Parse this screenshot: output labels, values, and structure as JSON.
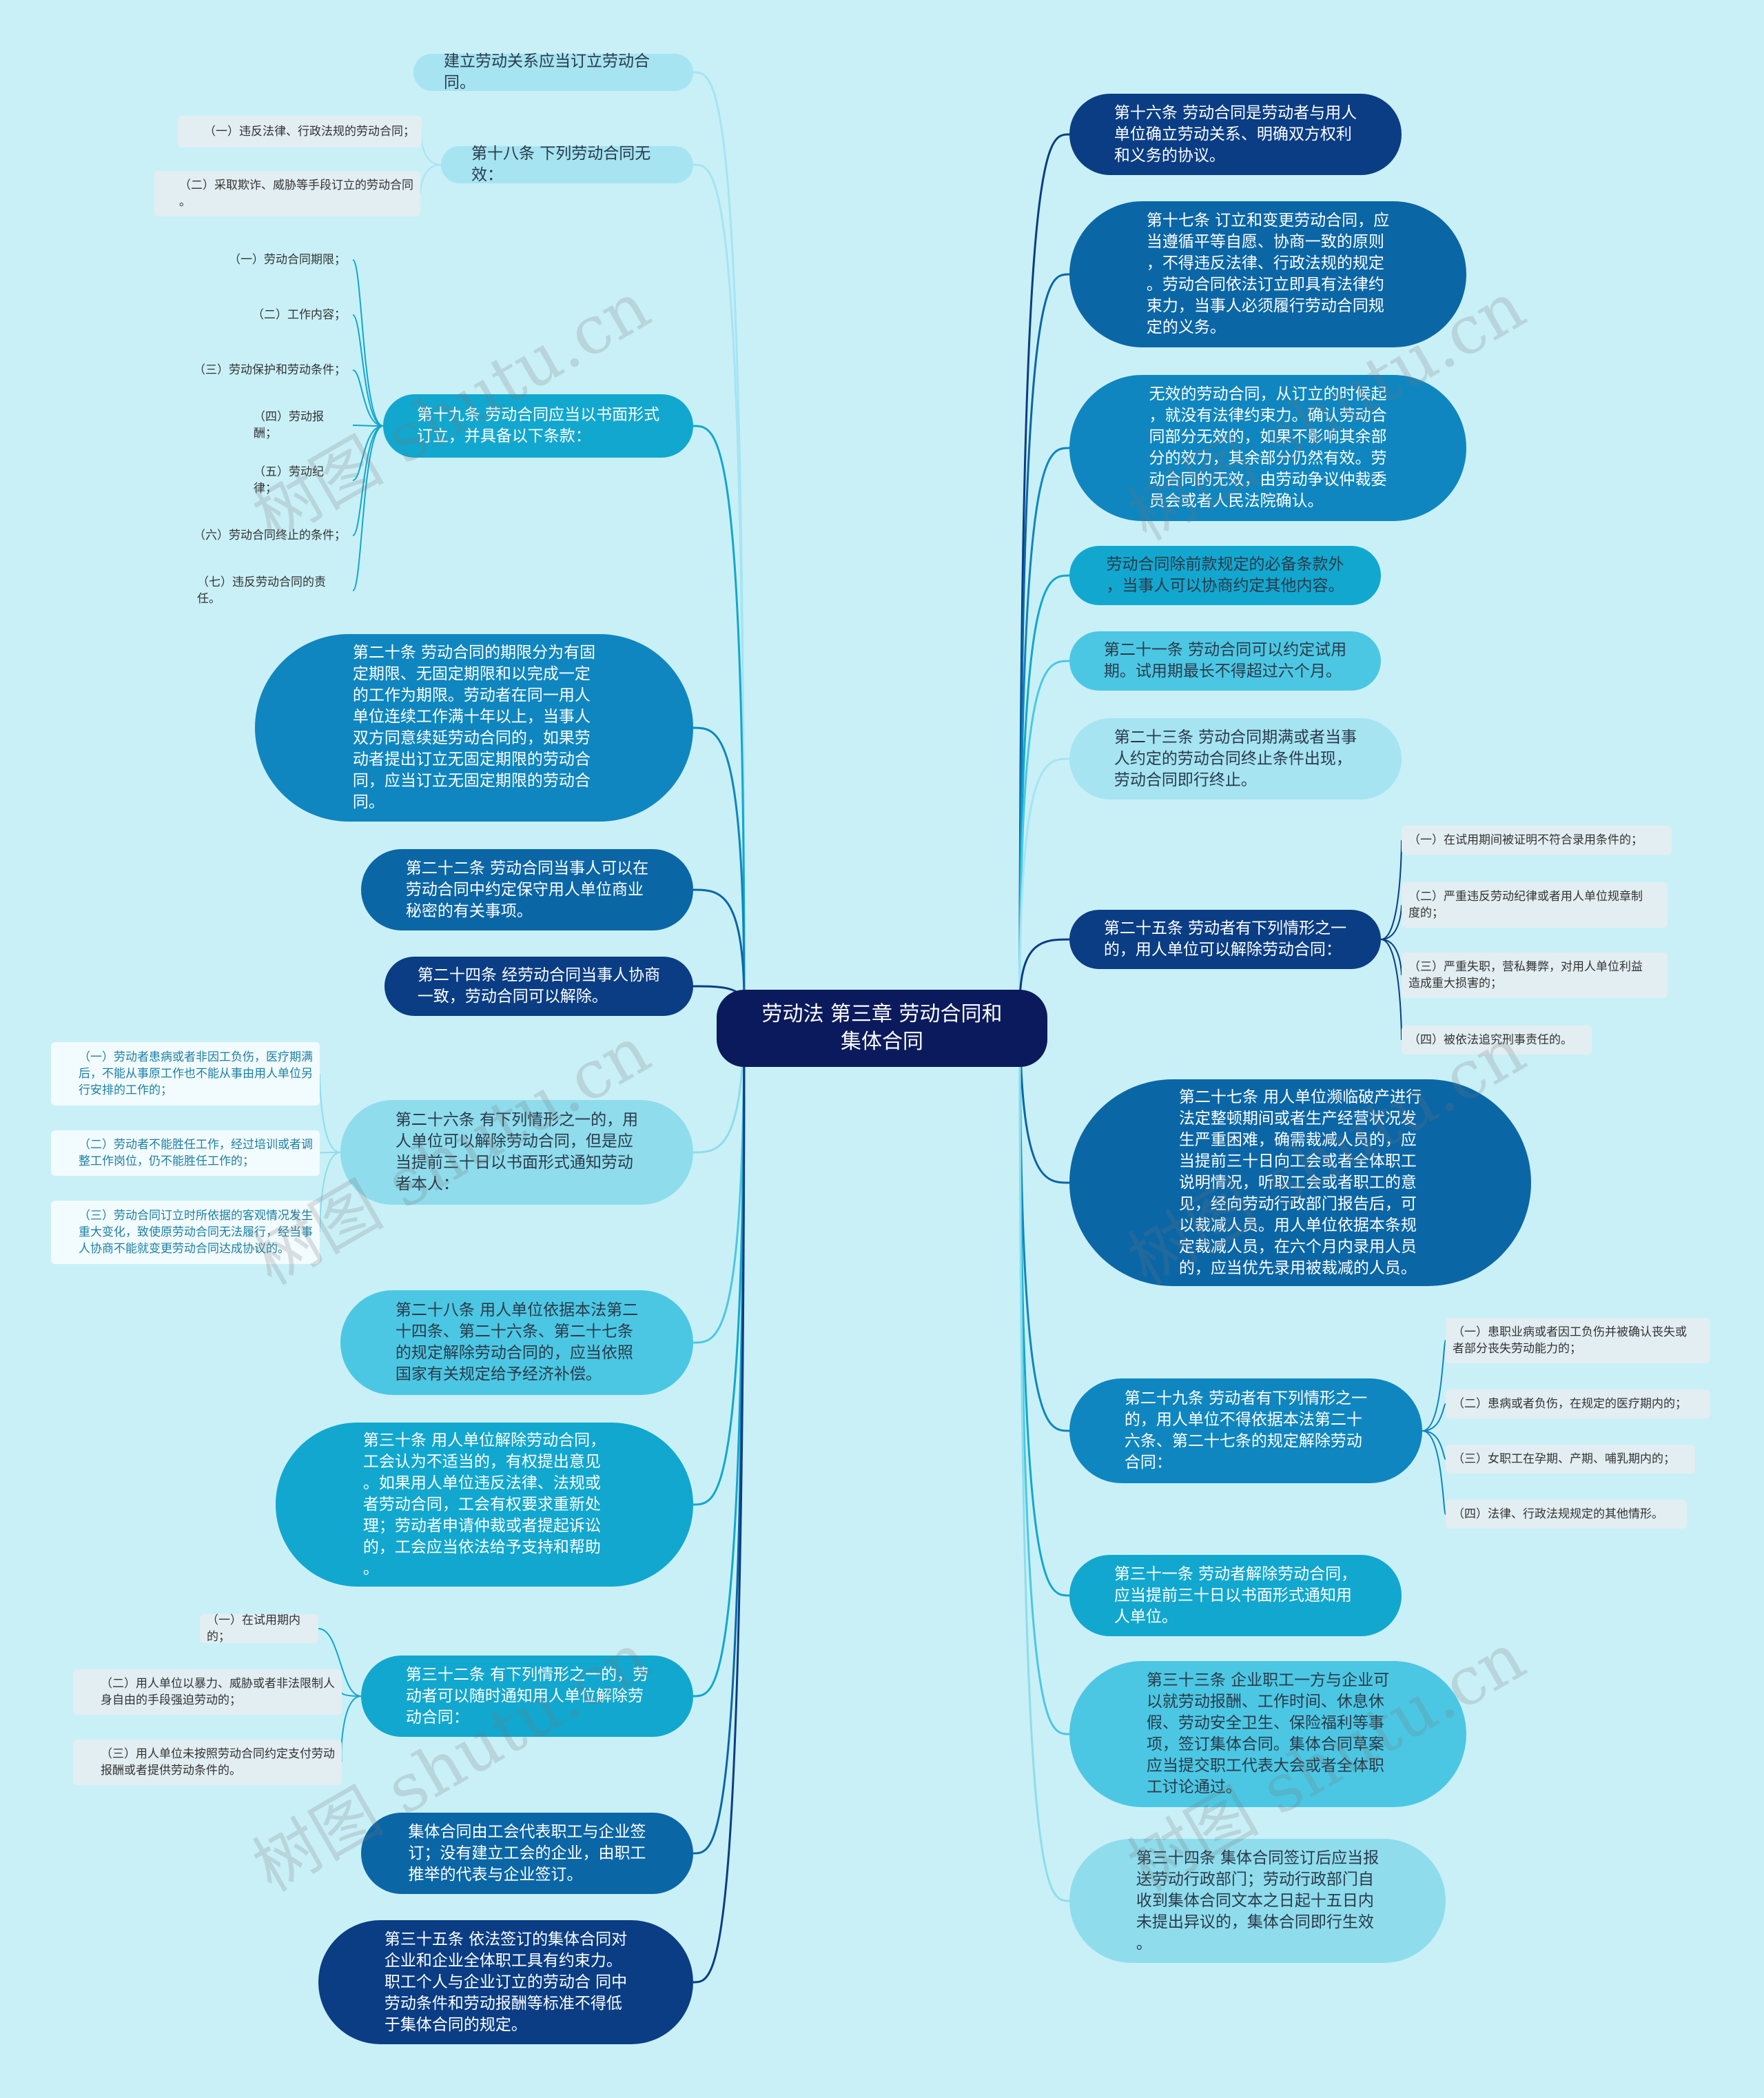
{
  "root": "劳动法 第三章 劳动合同和\n集体合同",
  "left": [
    {
      "id": "l1",
      "text": "建立劳动关系应当订立劳动合同。"
    },
    {
      "id": "l2",
      "text": "第十八条 下列劳动合同无效：",
      "children": [
        "（一）违反法律、行政法规的劳动合同；",
        "（二）采取欺诈、威胁等手段订立的劳动合同\n。"
      ]
    },
    {
      "id": "l3",
      "text": "第十九条 劳动合同应当以书面形式\n订立，并具备以下条款：",
      "children": [
        "（一）劳动合同期限；",
        "（二）工作内容；",
        "（三）劳动保护和劳动条件；",
        "（四）劳动报酬；",
        "（五）劳动纪律；",
        "（六）劳动合同终止的条件；",
        "（七）违反劳动合同的责任。"
      ]
    },
    {
      "id": "l4",
      "text": "第二十条 劳动合同的期限分为有固\n定期限、无固定期限和以完成一定\n的工作为期限。劳动者在同一用人\n单位连续工作满十年以上，当事人\n双方同意续延劳动合同的，如果劳\n动者提出订立无固定期限的劳动合\n同，应当订立无固定期限的劳动合\n同。"
    },
    {
      "id": "l5",
      "text": "第二十二条 劳动合同当事人可以在\n劳动合同中约定保守用人单位商业\n秘密的有关事项。"
    },
    {
      "id": "l6",
      "text": "第二十四条 经劳动合同当事人协商\n一致，劳动合同可以解除。"
    },
    {
      "id": "l7",
      "text": "第二十六条 有下列情形之一的，用\n人单位可以解除劳动合同，但是应\n当提前三十日以书面形式通知劳动\n者本人：",
      "children": [
        "（一）劳动者患病或者非因工负伤，医疗期满\n后，不能从事原工作也不能从事由用人单位另\n行安排的工作的；",
        "（二）劳动者不能胜任工作，经过培训或者调\n整工作岗位，仍不能胜任工作的；",
        "（三）劳动合同订立时所依据的客观情况发生\n重大变化，致使原劳动合同无法履行，经当事\n人协商不能就变更劳动合同达成协议的。"
      ]
    },
    {
      "id": "l8",
      "text": "第二十八条 用人单位依据本法第二\n十四条、第二十六条、第二十七条\n的规定解除劳动合同的，应当依照\n国家有关规定给予经济补偿。"
    },
    {
      "id": "l9",
      "text": "第三十条 用人单位解除劳动合同，\n工会认为不适当的，有权提出意见\n。如果用人单位违反法律、法规或\n者劳动合同，工会有权要求重新处\n理；劳动者申请仲裁或者提起诉讼\n的，工会应当依法给予支持和帮助\n。"
    },
    {
      "id": "l10",
      "text": "第三十二条 有下列情形之一的，劳\n动者可以随时通知用人单位解除劳\n动合同：",
      "children": [
        "（一）在试用期内的；",
        "（二）用人单位以暴力、威胁或者非法限制人\n身自由的手段强迫劳动的；",
        "（三）用人单位未按照劳动合同约定支付劳动\n报酬或者提供劳动条件的。"
      ]
    },
    {
      "id": "l11",
      "text": "集体合同由工会代表职工与企业签\n订；没有建立工会的企业，由职工\n推举的代表与企业签订。"
    },
    {
      "id": "l12",
      "text": "第三十五条 依法签订的集体合同对\n企业和企业全体职工具有约束力。\n职工个人与企业订立的劳动合 同中\n劳动条件和劳动报酬等标准不得低\n于集体合同的规定。"
    }
  ],
  "right": [
    {
      "id": "r1",
      "text": "第十六条 劳动合同是劳动者与用人\n单位确立劳动关系、明确双方权利\n和义务的协议。"
    },
    {
      "id": "r2",
      "text": "第十七条 订立和变更劳动合同，应\n当遵循平等自愿、协商一致的原则\n，不得违反法律、行政法规的规定\n。劳动合同依法订立即具有法律约\n束力，当事人必须履行劳动合同规\n定的义务。"
    },
    {
      "id": "r3",
      "text": "无效的劳动合同，从订立的时候起\n，就没有法律约束力。确认劳动合\n同部分无效的，如果不影响其余部\n分的效力，其余部分仍然有效。劳\n动合同的无效，由劳动争议仲裁委\n员会或者人民法院确认。"
    },
    {
      "id": "r4",
      "text": "劳动合同除前款规定的必备条款外\n，当事人可以协商约定其他内容。"
    },
    {
      "id": "r5",
      "text": "第二十一条 劳动合同可以约定试用\n期。试用期最长不得超过六个月。"
    },
    {
      "id": "r6",
      "text": "第二十三条 劳动合同期满或者当事\n人约定的劳动合同终止条件出现，\n劳动合同即行终止。"
    },
    {
      "id": "r7",
      "text": "第二十五条 劳动者有下列情形之一\n的，用人单位可以解除劳动合同：",
      "children": [
        "（一）在试用期间被证明不符合录用条件的；",
        "（二）严重违反劳动纪律或者用人单位规章制\n度的；",
        "（三）严重失职，营私舞弊，对用人单位利益\n造成重大损害的；",
        "（四）被依法追究刑事责任的。"
      ]
    },
    {
      "id": "r8",
      "text": "第二十七条 用人单位濒临破产进行\n法定整顿期间或者生产经营状况发\n生严重困难，确需裁减人员的，应\n当提前三十日向工会或者全体职工\n说明情况，听取工会或者职工的意\n见，经向劳动行政部门报告后，可\n以裁减人员。用人单位依据本条规\n定裁减人员，在六个月内录用人员\n的，应当优先录用被裁减的人员。"
    },
    {
      "id": "r9",
      "text": "第二十九条 劳动者有下列情形之一\n的，用人单位不得依据本法第二十\n六条、第二十七条的规定解除劳动\n合同：",
      "children": [
        "（一）患职业病或者因工负伤并被确认丧失或\n者部分丧失劳动能力的；",
        "（二）患病或者负伤，在规定的医疗期内的；",
        "（三）女职工在孕期、产期、哺乳期内的；",
        "（四）法律、行政法规规定的其他情形。"
      ]
    },
    {
      "id": "r10",
      "text": "第三十一条 劳动者解除劳动合同，\n应当提前三十日以书面形式通知用\n人单位。"
    },
    {
      "id": "r11",
      "text": "第三十三条 企业职工一方与企业可\n以就劳动报酬、工作时间、休息休\n假、劳动安全卫生、保险福利等事\n项，签订集体合同。集体合同草案\n应当提交职工代表大会或者全体职\n工讨论通过。"
    },
    {
      "id": "r12",
      "text": "第三十四条 集体合同签订后应当报\n送劳动行政部门；劳动行政部门自\n收到集体合同文本之日起十五日内\n未提出异议的，集体合同即行生效\n。"
    }
  ],
  "watermark": "树图 shutu.cn"
}
